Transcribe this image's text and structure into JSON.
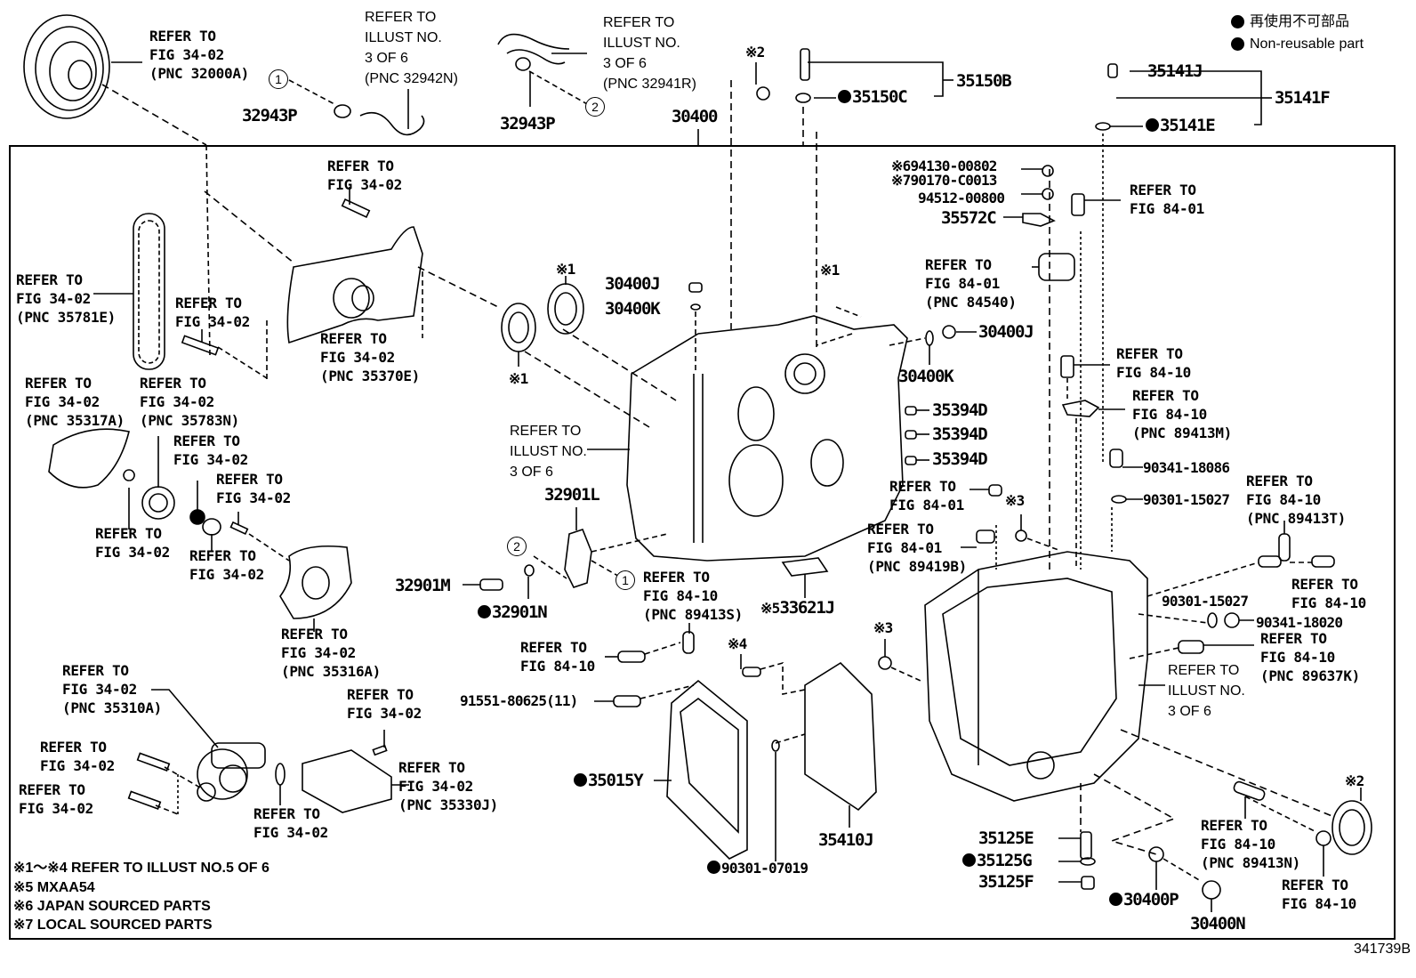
{
  "legend": {
    "items": [
      {
        "symbol": "filled-circle",
        "text": "再使用不可部品"
      },
      {
        "symbol": "filled-circle",
        "text": "Non-reusable part"
      }
    ]
  },
  "illustration_code": "341739B",
  "notes": [
    "※1～※4 REFER TO ILLUST NO.5 OF 6",
    "※5 MXAA54",
    "※6 JAPAN SOURCED PARTS",
    "※7 LOCAL SOURCED PARTS"
  ],
  "reference_labels": {
    "torque_converter": "REFER TO\nFIG 34-02\n(PNC 32000A)",
    "hose_left": "REFER TO\nILLUST NO.\n3 OF 6\n(PNC 32942N)",
    "hose_right": "REFER TO\nILLUST NO.\n3 OF 6\n(PNC 32941R)",
    "cover_bolt_top": "REFER TO\nFIG 34-02",
    "chain": "REFER TO\nFIG 34-02\n(PNC 35781E)",
    "bolt_left": "REFER TO\nFIG 34-02",
    "oil_pump_cover": "REFER TO\nFIG 34-02\n(PNC 35370E)",
    "guide_35317A": "REFER TO\nFIG 34-02\n(PNC 35317A)",
    "sprocket_35783N": "REFER TO\nFIG 34-02\n(PNC 35783N)",
    "bearing": "REFER TO\nFIG 34-02",
    "bolt_mid": "REFER TO\nFIG 34-02",
    "snap_ring": "REFER TO\nFIG 34-02",
    "ring_small": "REFER TO\nFIG 34-02",
    "pump_cover_35316A": "REFER TO\nFIG 34-02\n(PNC 35316A)",
    "pump_body_35310A": "REFER TO\nFIG 34-02\n(PNC 35310A)",
    "pump_bolt_1": "REFER TO\nFIG 34-02",
    "pump_bolt_2": "REFER TO\nFIG 34-02",
    "strainer_bolt": "REFER TO\nFIG 34-02",
    "strainer_35330J": "REFER TO\nFIG 34-02\n(PNC 35330J)",
    "o_ring_pump": "REFER TO\nFIG 34-02",
    "case_illust": "REFER TO\nILLUST NO.\n3 OF 6",
    "sensor_89413S": "REFER TO\nFIG 84-10\n(PNC 89413S)",
    "sensor_bolt_left": "REFER TO\nFIG 84-10",
    "switch_bolt_top": "REFER TO\nFIG 84-01",
    "switch_84540": "REFER TO\nFIG 84-01\n(PNC 84540)",
    "sensor_bolt_right": "REFER TO\nFIG 84-10",
    "sensor_89413M": "REFER TO\nFIG 84-10\n(PNC 89413M)",
    "bolt_84_01": "REFER TO\nFIG 84-01",
    "sensor_89419B": "REFER TO\nFIG 84-01\n(PNC 89419B)",
    "sensor_89413T": "REFER TO\nFIG 84-10\n(PNC 89413T)",
    "bolt_89413T": "REFER TO\nFIG 84-10",
    "solenoid_89637K": "REFER TO\nFIG 84-10\n(PNC 89637K)",
    "case_illust_right": "REFER TO\nILLUST NO.\n3 OF 6",
    "sensor_89413N": "REFER TO\nFIG 84-10\n(PNC 89413N)",
    "bolt_89413N": "REFER TO\nFIG 84-10"
  },
  "part_numbers": {
    "p32943P_left": "32943P",
    "p32943P_right": "32943P",
    "p30400": "30400",
    "p35150B": "35150B",
    "p35150C": "35150C",
    "p35141J": "35141J",
    "p35141F": "35141F",
    "p35141E": "35141E",
    "p94130": "94130-00802",
    "p90170": "90170-C0013",
    "p94512": "94512-00800",
    "p35572C": "35572C",
    "p30400J_left": "30400J",
    "p30400K_left": "30400K",
    "p30400J_right": "30400J",
    "p30400K_right": "30400K",
    "p35394D_1": "35394D",
    "p35394D_2": "35394D",
    "p35394D_3": "35394D",
    "p32901L": "32901L",
    "p32901M": "32901M",
    "p32901N": "32901N",
    "p33621J": "33621J",
    "p90341_18086": "90341-18086",
    "p90301_15027_a": "90301-15027",
    "p90301_15027_b": "90301-15027",
    "p90341_18020": "90341-18020",
    "p91551": "91551-80625(11)",
    "p35015Y": "35015Y",
    "p35410J": "35410J",
    "p90301_07019": "90301-07019",
    "p35125E": "35125E",
    "p35125G": "35125G",
    "p35125F": "35125F",
    "p30400P": "30400P",
    "p30400N": "30400N"
  },
  "markers": {
    "m1": "※1",
    "m2": "※2",
    "m3": "※3",
    "m4": "※4",
    "m5": "※5",
    "m6": "※6",
    "m7": "※7",
    "c1": "1",
    "c2": "2"
  }
}
